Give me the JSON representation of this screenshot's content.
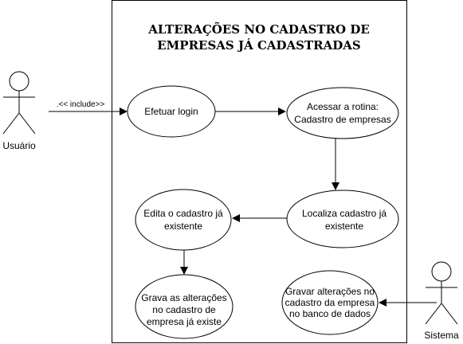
{
  "title": {
    "line1": "ALTERAÇÕES NO CADASTRO DE",
    "line2": "EMPRESAS JÁ CADASTRADAS"
  },
  "actors": {
    "usuario": "Usuário",
    "sistema": "Sistema"
  },
  "include_label": ".<< include>>",
  "use_cases": {
    "login": [
      "Efetuar login"
    ],
    "acessar": [
      "Acessar a rotina:",
      "Cadastro de empresas"
    ],
    "localiza": [
      "Localiza cadastro já",
      "existente"
    ],
    "edita": [
      "Edita o cadastro já",
      "existente"
    ],
    "grava_sistema": [
      "Gravar alterações no",
      "cadastro da empresa",
      "no banco de dados"
    ],
    "grava_usuario": [
      "Grava as alterações",
      "no cadastro de",
      "empresa já existe"
    ]
  }
}
